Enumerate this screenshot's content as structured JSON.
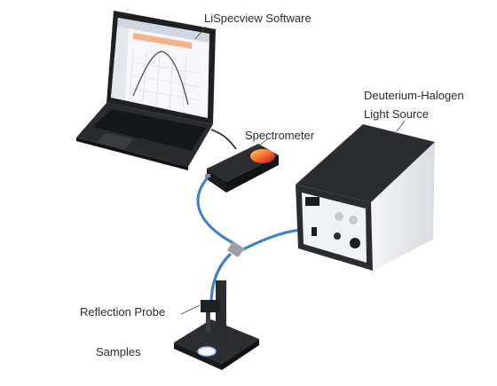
{
  "labels": {
    "software": "LiSpecview Software",
    "spectrometer": "Spectrometer",
    "light_source_line1": "Deuterium-Halogen",
    "light_source_line2": "Light Source",
    "reflection_probe": "Reflection Probe",
    "samples": "Samples"
  },
  "colors": {
    "fiber": "#3f7fc4",
    "device_dark": "#2b2d31",
    "chassis": "#e7e9ec",
    "leader_line": "#444444"
  }
}
